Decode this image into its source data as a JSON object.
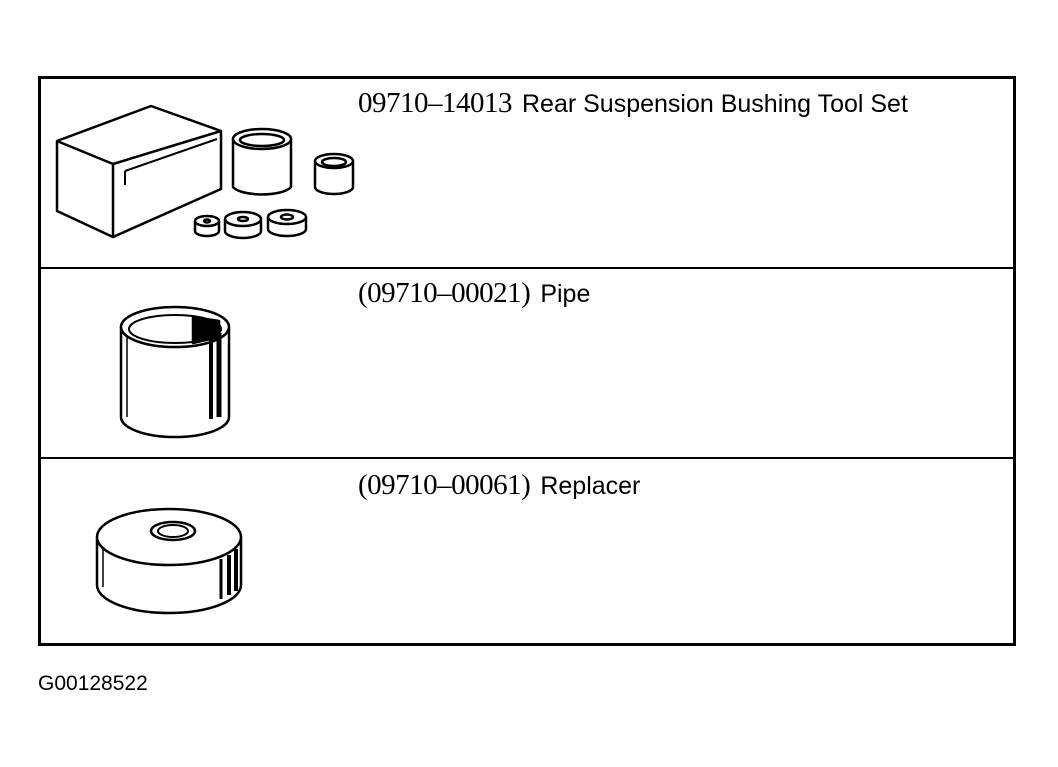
{
  "tools": [
    {
      "part_number": "09710–14013",
      "name": "Rear Suspension Bushing Tool Set"
    },
    {
      "part_number": "(09710–00021)",
      "name": "Pipe"
    },
    {
      "part_number": "(09710–00061)",
      "name": "Replacer"
    }
  ],
  "figure_id": "G00128522"
}
